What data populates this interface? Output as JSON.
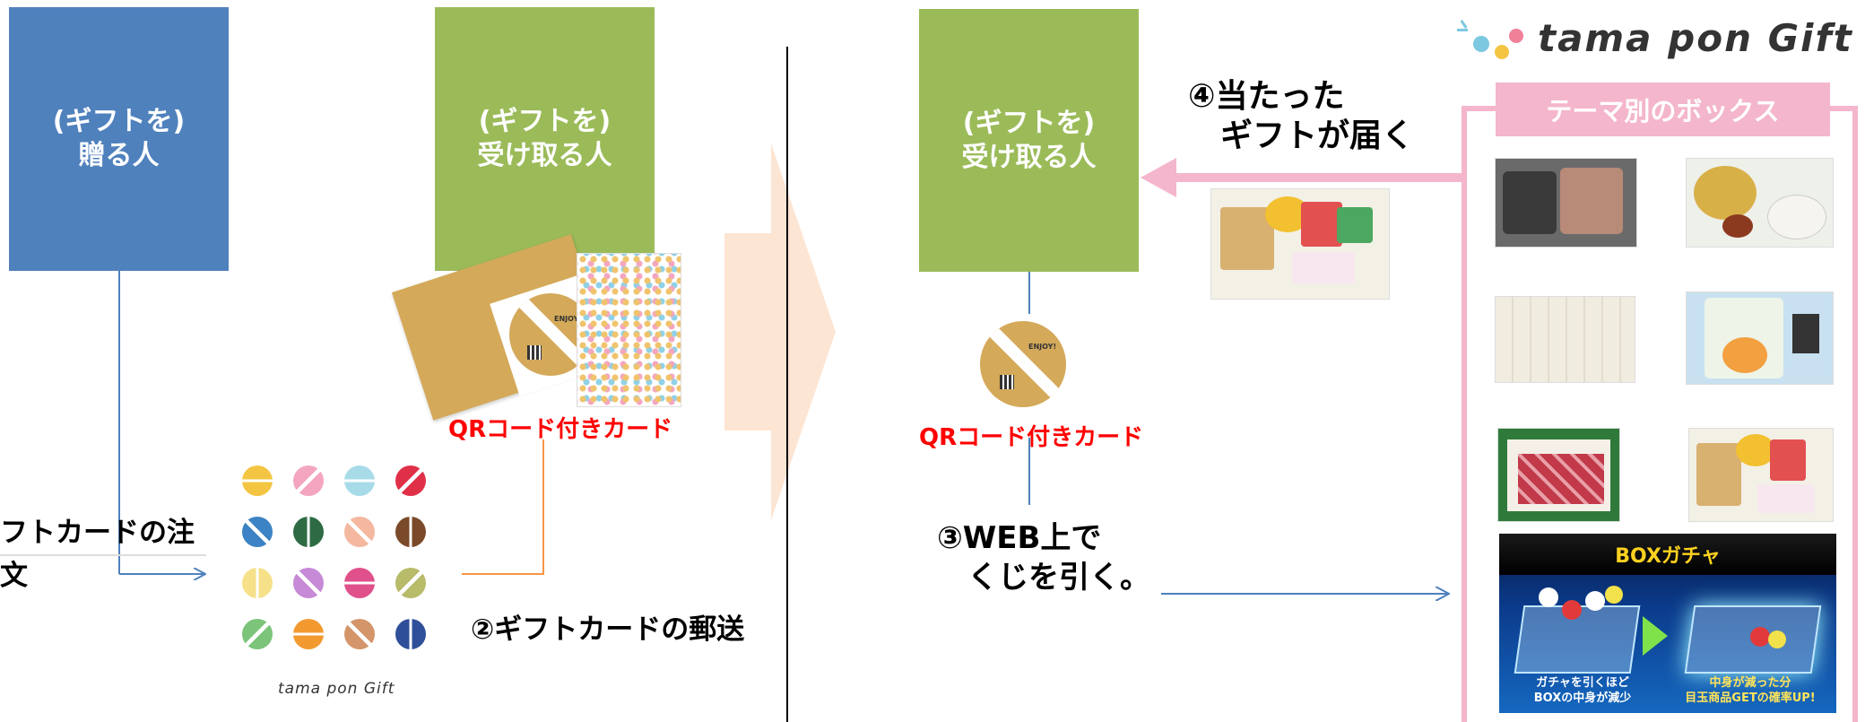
{
  "left": {
    "giver_box": "(ギフトを)\n贈る人",
    "receiver_box": "(ギフトを)\n受け取る人",
    "order_label": "フトカードの注文",
    "mail_label": "②ギフトカードの郵送",
    "qr_card_label": "QRコード付きカード",
    "brand_small": "tama pon Gift",
    "card_enjoy": "ENJOY!"
  },
  "right": {
    "receiver_box": "(ギフトを)\n受け取る人",
    "qr_card_label": "QRコード付きカード",
    "web_label": "③WEB上で\n　くじを引く。",
    "delivered_label": "④当たった\n　ギフトが届く",
    "card_enjoy": "ENJOY!"
  },
  "panel": {
    "logo_text": "tama pon Gift",
    "header": "テーマ別のボックス",
    "gacha_title": "BOXガチャ",
    "gacha_caption_left": "ガチャを引くほど\nBOXの中身が減少",
    "gacha_caption_right": "中身が減った分\n目玉商品GETの確率UP!"
  },
  "colors": {
    "blue": "#4f81bd",
    "green": "#9bbb59",
    "pink": "#f4b6cc",
    "red_text": "#ff0000",
    "peach_arrow": "#fde5d3",
    "orange_line": "#f79646"
  }
}
